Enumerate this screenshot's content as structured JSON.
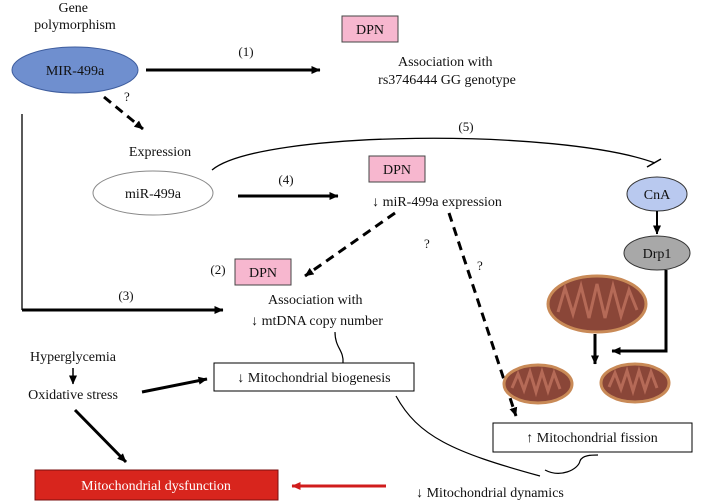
{
  "gene_polymorphism_label": "Gene polymorphism",
  "mir499a_gene": "MIR-499a",
  "expression_label": "Expression",
  "mir499a_rna": "miR-499a",
  "dpn": "DPN",
  "step1": "(1)",
  "step2": "(2)",
  "step3": "(3)",
  "step4": "(4)",
  "step5": "(5)",
  "question_mark": "?",
  "assoc_genotype": "Association with rs3746444 GG genotype",
  "mir_expression_down": "↓ miR-499a expression",
  "assoc_mtdna": "Association with ↓ mtDNA copy number",
  "cna": "CnA",
  "drp1": "Drp1",
  "hyperglycemia": "Hyperglycemia",
  "oxidative_stress": "Oxidative stress",
  "mito_biogenesis": "↓ Mitochondrial biogenesis",
  "mito_fission": "↑ Mitochondrial fission",
  "mito_dysfunction": "Mitochondrial dysfunction",
  "mito_dynamics": "↓ Mitochondrial dynamics",
  "colors": {
    "gene_ellipse": "#6f8fcf",
    "cna_ellipse": "#b9c9ef",
    "drp1_ellipse": "#a8a8a8",
    "dpn_box": "#f7b7cf",
    "dysfunction_box": "#d8251d",
    "red_arrow": "#d01c1c",
    "mito_fill": "#8a4638"
  }
}
